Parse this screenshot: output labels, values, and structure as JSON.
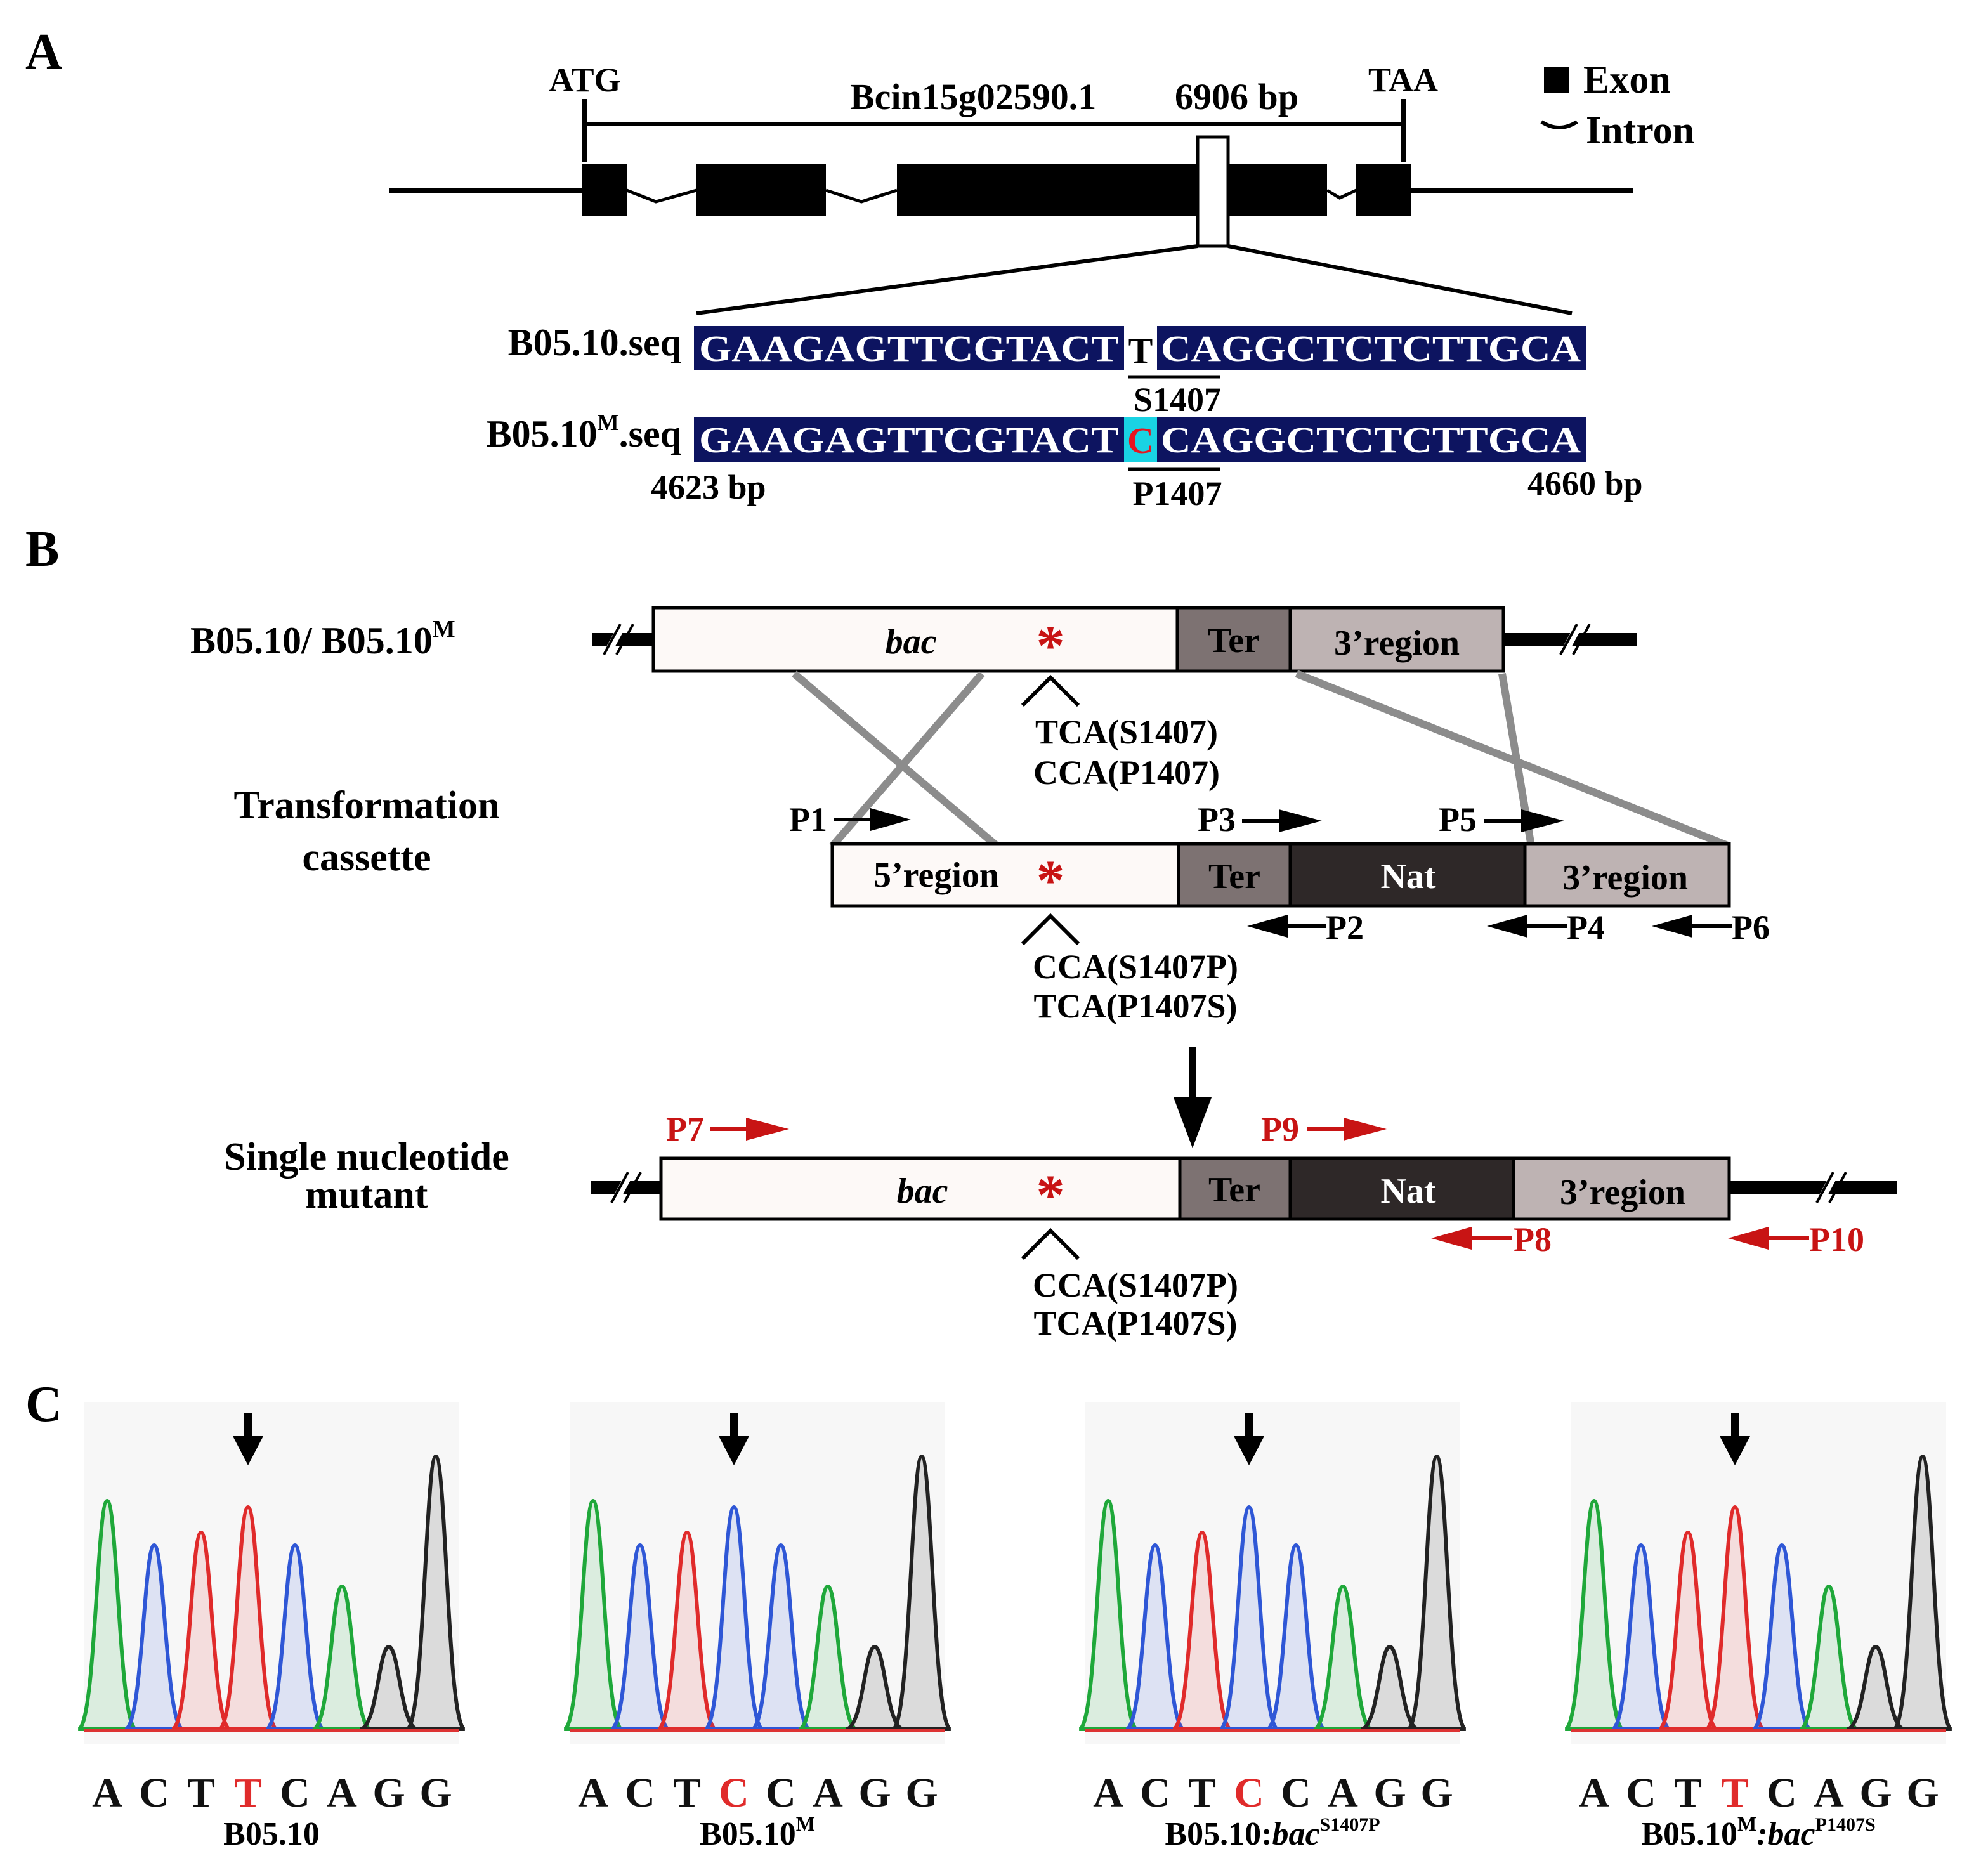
{
  "panel_a": {
    "label": "A",
    "start_codon": "ATG",
    "gene_name": "Bcin15g02590.1",
    "gene_length": "6906 bp",
    "stop_codon": "TAA",
    "legend": {
      "exon": "Exon",
      "intron": "Intron"
    },
    "wt_label": "B05.10.seq",
    "mut_label_main": "B05.10",
    "mut_label_sup": "M",
    "mut_label_suffix": ".seq",
    "seq_left": "GAAGAGTTCGTACT",
    "seq_right": "CAGGCTCTCTTGCA",
    "wt_base": "T",
    "mut_base": "C",
    "wt_codon_label": "S1407",
    "mut_codon_label": "P1407",
    "pos_start": "4623 bp",
    "pos_end": "4660 bp",
    "colors": {
      "seq_bg": "#0d1460",
      "mut_highlight": "#19d3e3",
      "mut_text": "#e8141e"
    }
  },
  "panel_b": {
    "label": "B",
    "row1_label": "B05.10/ B05.10",
    "row1_sup": "M",
    "row2_label_1": "Transformation",
    "row2_label_2": "cassette",
    "row3_label_1": "Single nucleotide",
    "row3_label_2": "mutant",
    "bac": "bac",
    "ter": "Ter",
    "nat": "Nat",
    "region3": "3’region",
    "region5": "5’region",
    "asterisk": "*",
    "row1_codon_1": "TCA(S1407)",
    "row1_codon_2": "CCA(P1407)",
    "cassette_codon_1": "CCA(S1407P)",
    "cassette_codon_2": "TCA(P1407S)",
    "mutant_codon_1": "CCA(S1407P)",
    "mutant_codon_2": "TCA(P1407S)",
    "primers": [
      "P1",
      "P2",
      "P3",
      "P4",
      "P5",
      "P6",
      "P7",
      "P8",
      "P9",
      "P10"
    ],
    "colors": {
      "ter": "#7d7272",
      "nat": "#2e2828",
      "region3": "#beb3b3",
      "bac": "#fdf9f7",
      "red": "#c81414"
    }
  },
  "panel_c": {
    "label": "C",
    "traces": [
      {
        "bases": [
          "A",
          "C",
          "T",
          "T",
          "C",
          "A",
          "G",
          "G"
        ],
        "highlight": 3,
        "name": "B05.10",
        "sup": "",
        "suffix": "",
        "suffix_sup": ""
      },
      {
        "bases": [
          "A",
          "C",
          "T",
          "C",
          "C",
          "A",
          "G",
          "G"
        ],
        "highlight": 3,
        "name": "B05.10",
        "sup": "M",
        "suffix": "",
        "suffix_sup": ""
      },
      {
        "bases": [
          "A",
          "C",
          "T",
          "C",
          "C",
          "A",
          "G",
          "G"
        ],
        "highlight": 3,
        "name": "B05.10:",
        "sup": "",
        "suffix": "bac",
        "suffix_sup": "S1407P"
      },
      {
        "bases": [
          "A",
          "C",
          "T",
          "T",
          "C",
          "A",
          "G",
          "G"
        ],
        "highlight": 3,
        "name": "B05.10",
        "sup": "M",
        "suffix": ":bac",
        "suffix_sup": "P1407S"
      }
    ],
    "base_colors": {
      "A": "#1fa83a",
      "C": "#2f57d6",
      "T": "#e02b2b",
      "G": "#222222"
    },
    "highlight_color": "#e02b2b"
  }
}
